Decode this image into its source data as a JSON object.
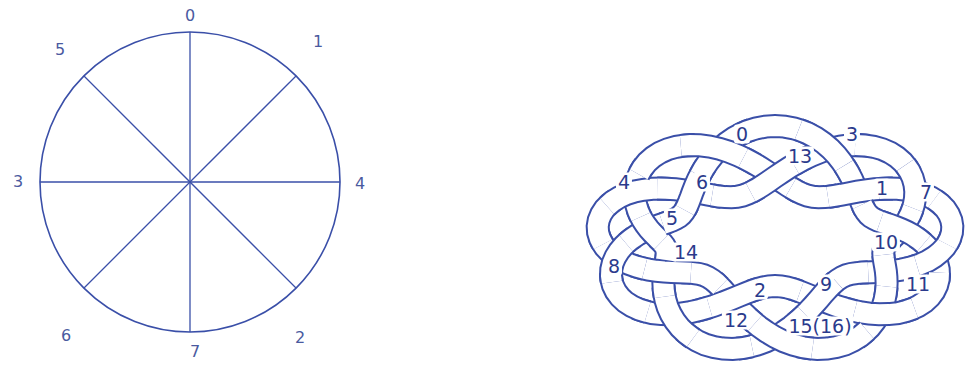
{
  "diagram": {
    "labels": [
      "0",
      "1",
      "4",
      "2",
      "7",
      "6",
      "3",
      "5",
      "0",
      "3",
      "13",
      "1",
      "7",
      "4",
      "6",
      "5",
      "10",
      "11",
      "8",
      "14",
      "2",
      "9",
      "12",
      "15(16)"
    ]
  }
}
